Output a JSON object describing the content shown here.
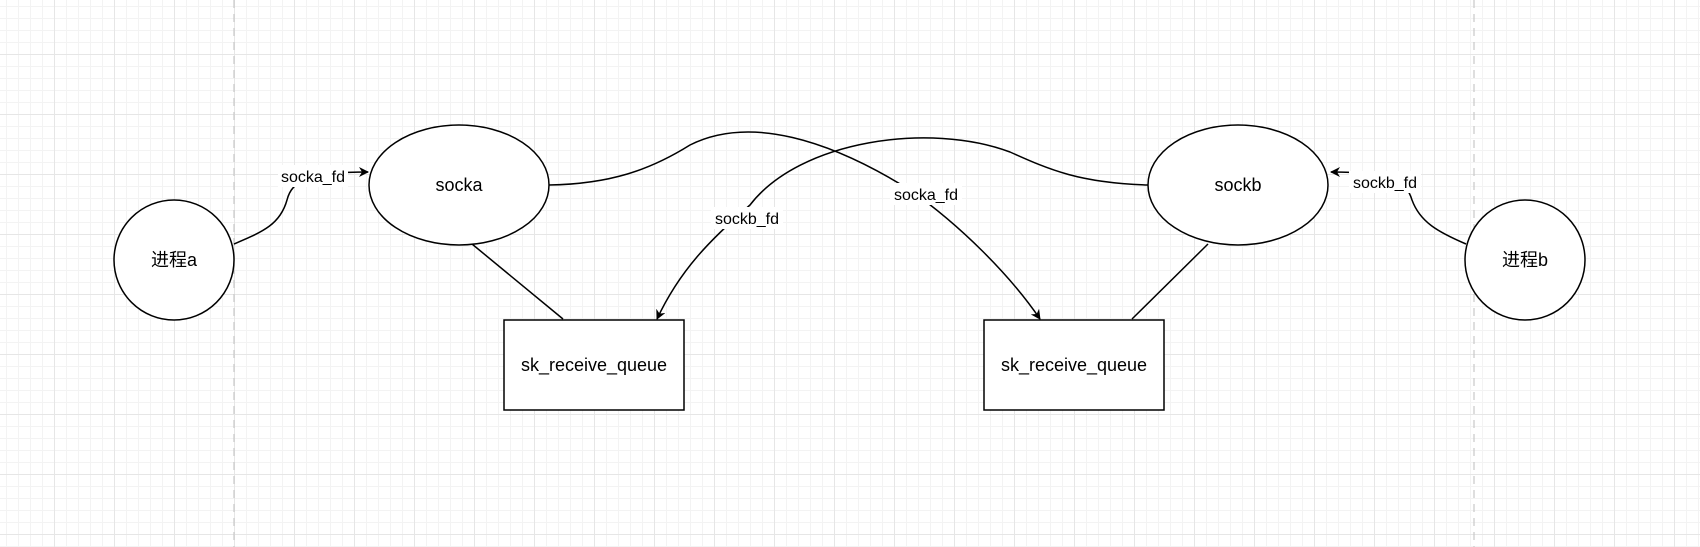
{
  "nodes": {
    "process_a": "进程a",
    "process_b": "进程b",
    "socka": "socka",
    "sockb": "sockb",
    "queue_a": "sk_receive_queue",
    "queue_b": "sk_receive_queue"
  },
  "edge_labels": {
    "process_a_to_socka": "socka_fd",
    "process_b_to_sockb": "sockb_fd",
    "sockb_fd_cross": "sockb_fd",
    "socka_fd_cross": "socka_fd"
  },
  "colors": {
    "stroke": "#000000",
    "grid": "#e6e6e6",
    "background": "#ffffff"
  }
}
